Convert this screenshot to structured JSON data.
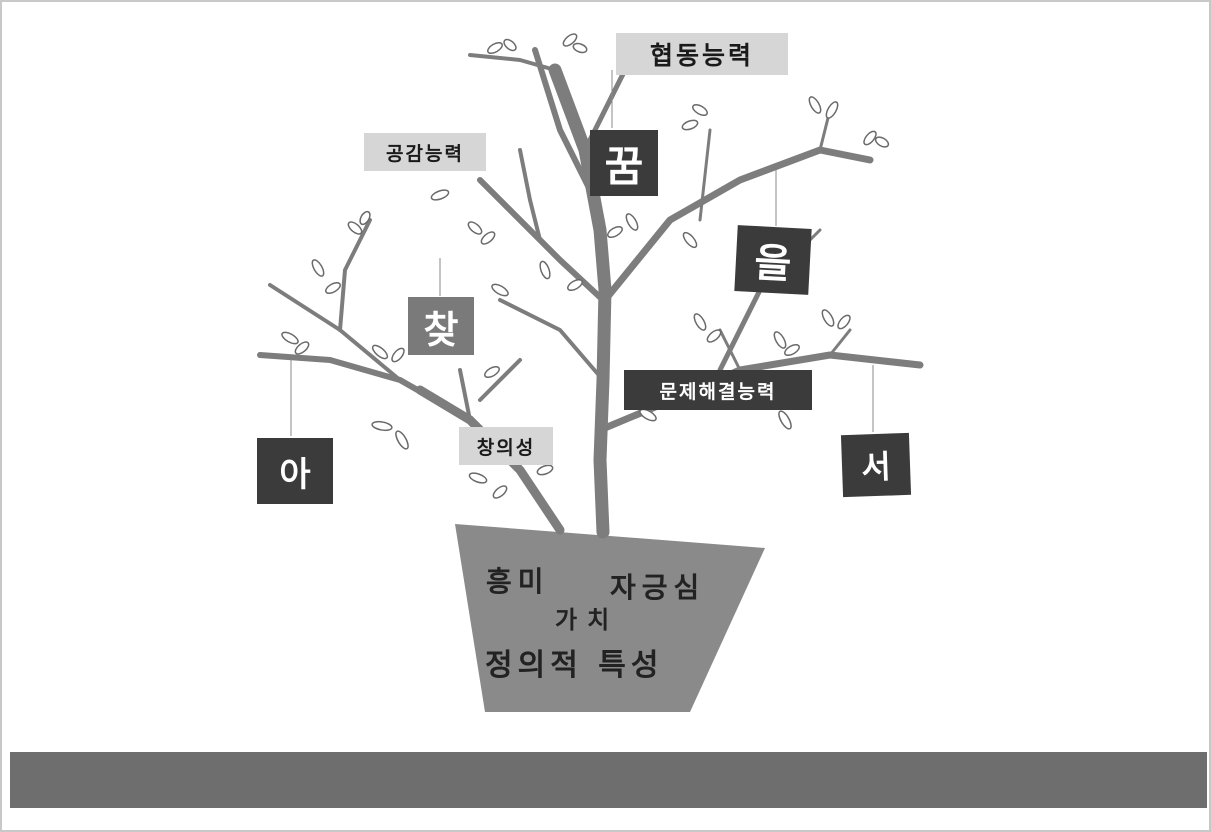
{
  "pot": {
    "line1_left": "흥미",
    "line1_right": "자긍심",
    "line2": "가치",
    "line3": "정의적 특성"
  },
  "labels": {
    "collaboration": "협동능력",
    "empathy": "공감능력",
    "problem_solving": "문제해결능력",
    "creativity": "창의성"
  },
  "tags": {
    "a": "아",
    "chat": "찾",
    "kkum": "꿈",
    "eul": "을",
    "seo": "서"
  },
  "colors": {
    "branch": "#7d7d7d",
    "pot": "#8a8a8a",
    "dark_tag": "#3b3b3b",
    "light_label": "#d6d6d6",
    "bar": "#6e6e6e"
  }
}
